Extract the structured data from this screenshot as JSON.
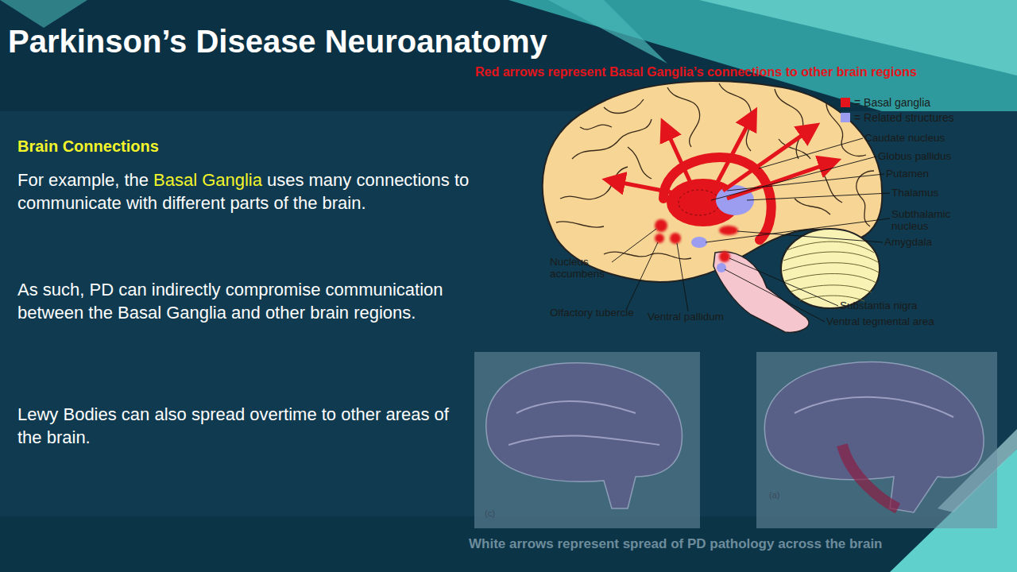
{
  "diagram": {
    "title": "Parkinson’s Disease Neuroanatomy",
    "caption": "White arrows represent spread of PD pathology across the brain",
    "labels": [
      "Brain Connections",
      "For example, the",
      "Basal Ganglia",
      "uses many connections to communicate with different parts of the brain.",
      "As such, PD can indirectly compromise communication between the Basal Ganglia and other brain regions.",
      "Lewy Bodies can also spread overtime to other areas of the brain.",
      "Red arrows represent Basal Ganglia’s connections to other brain regions",
      "Caudate nucleus",
      "Globus pallidus",
      "Putamen",
      "Thalamus",
      "Subthalamic nucleus",
      "Amygdala",
      "Nucleus accumbens",
      "Olfactory tubercle",
      "Ventral pallidum",
      "Substantia nigra",
      "Ventral tegmental area",
      "(c)",
      "(a)"
    ],
    "legend": [
      {
        "text": "= Basal ganglia",
        "color": "#e3141b"
      },
      {
        "text": "= Related structures",
        "color": "#9c9cf0"
      }
    ]
  }
}
